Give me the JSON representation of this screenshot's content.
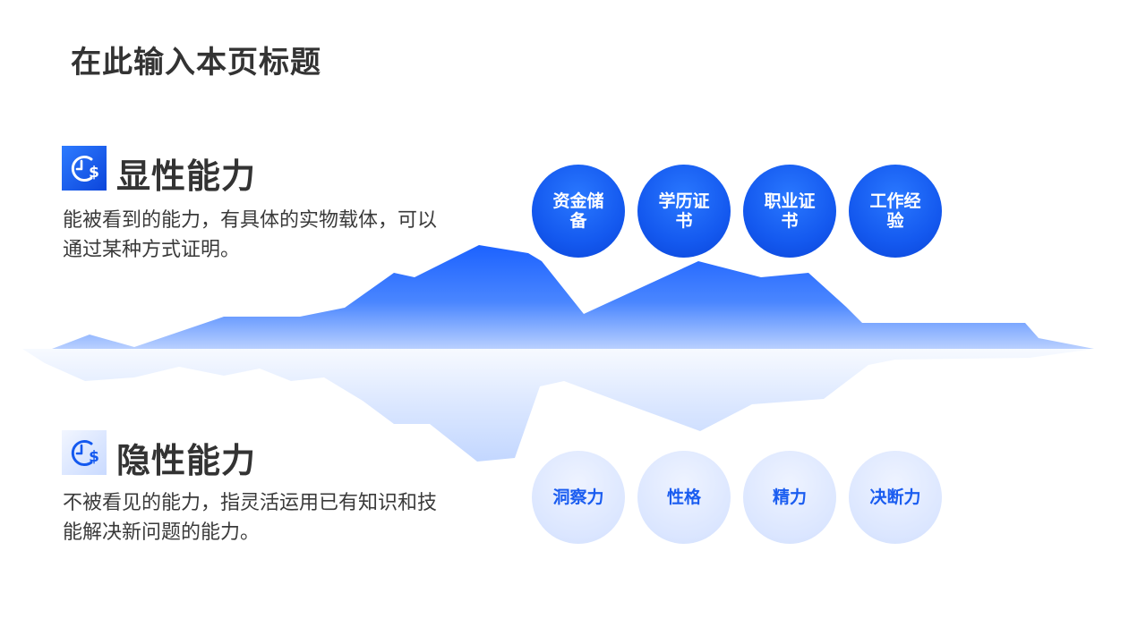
{
  "page": {
    "title": "在此输入本页标题"
  },
  "explicit": {
    "icon": "clock-dollar-icon",
    "title": "显性能力",
    "description": "能被看到的能力，有具体的实物载体，可以通过某种方式证明。",
    "bubbles": [
      "资金储备",
      "学历证书",
      "职业证书",
      "工作经验"
    ]
  },
  "implicit": {
    "icon": "clock-dollar-icon",
    "title": "隐性能力",
    "description": "不被看见的能力，指灵活运用已有知识和技能解决新问题的能力。",
    "bubbles": [
      "洞察力",
      "性格",
      "精力",
      "决断力"
    ]
  },
  "colors": {
    "accent": "#1459ef",
    "accent_light": "#dbe6ff",
    "title_text": "#333333"
  }
}
